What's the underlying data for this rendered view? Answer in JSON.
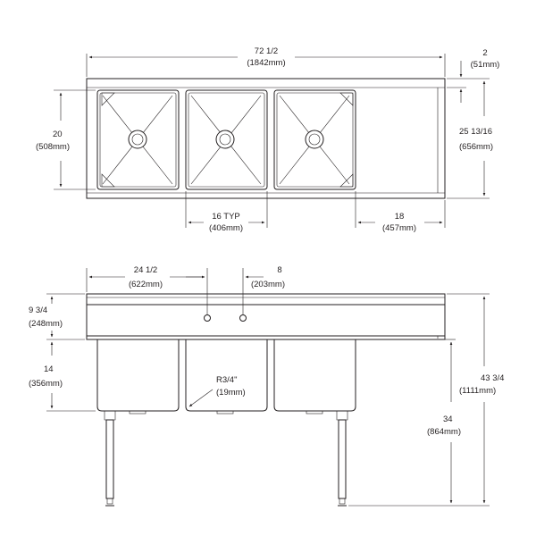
{
  "top_view": {
    "overall_length": {
      "value": "72 1/2",
      "metric": "(1842mm)"
    },
    "backsplash_depth": {
      "value": "2",
      "metric": "(51mm)"
    },
    "bowl_front_to_back": {
      "value": "20",
      "metric": "(508mm)"
    },
    "overall_depth": {
      "value": "25 13/16",
      "metric": "(656mm)"
    },
    "bowl_width": {
      "value": "16 TYP",
      "metric": "(406mm)"
    },
    "drainboard_length": {
      "value": "18",
      "metric": "(457mm)"
    }
  },
  "front_view": {
    "faucet_offset": {
      "value": "24 1/2",
      "metric": "(622mm)"
    },
    "faucet_centers": {
      "value": "8",
      "metric": "(203mm)"
    },
    "backsplash_height": {
      "value": "9 3/4",
      "metric": "(248mm)"
    },
    "bowl_depth": {
      "value": "14",
      "metric": "(356mm)"
    },
    "corner_radius": {
      "value": "R3/4\"",
      "metric": "(19mm)"
    },
    "rim_height": {
      "value": "34",
      "metric": "(864mm)"
    },
    "overall_height": {
      "value": "43 3/4",
      "metric": "(1111mm)"
    }
  }
}
